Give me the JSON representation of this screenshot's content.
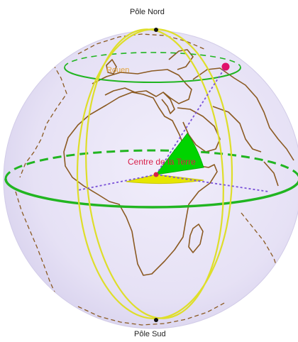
{
  "labels": {
    "north_pole": "Pôle Nord",
    "south_pole": "Pôle Sud",
    "city": "Rouen",
    "center": "Centre de la Terre"
  },
  "colors": {
    "sphere_fill": "#e8e4f6",
    "sphere_edge": "#d2cce8",
    "continents": "#8b5a22",
    "equator_and_parallel": "#21b521",
    "meridian_circle": "#dede2a",
    "angle_sector_green": "#00d400",
    "angle_sector_yellow": "#e6e600",
    "radius_lines": "#7a52d8",
    "city_point": "#e0106a",
    "center_point": "#d8204a",
    "pole_points": "#111111"
  }
}
